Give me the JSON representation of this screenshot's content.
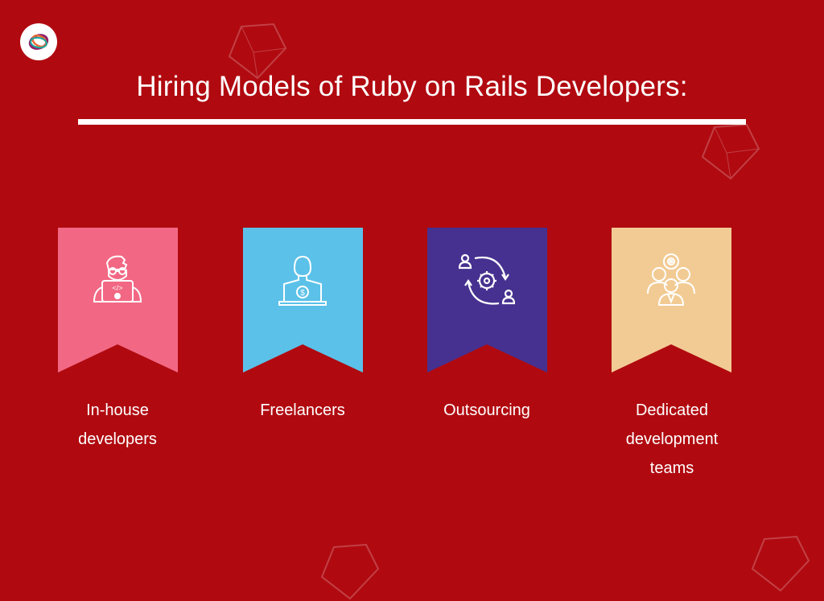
{
  "title": "Hiring Models of Ruby on Rails Developers:",
  "colors": {
    "background": "#b00a10",
    "in_house": "#f26884",
    "freelancers": "#5bc1e8",
    "outsourcing": "#463190",
    "dedicated": "#f2cb94",
    "text": "#ffffff"
  },
  "models": [
    {
      "label": "In-house developers",
      "icon": "developer-laptop-icon"
    },
    {
      "label": "Freelancers",
      "icon": "freelancer-dollar-icon"
    },
    {
      "label": "Outsourcing",
      "icon": "outsourcing-cycle-icon"
    },
    {
      "label": "Dedicated development teams",
      "icon": "team-gear-icon"
    }
  ]
}
